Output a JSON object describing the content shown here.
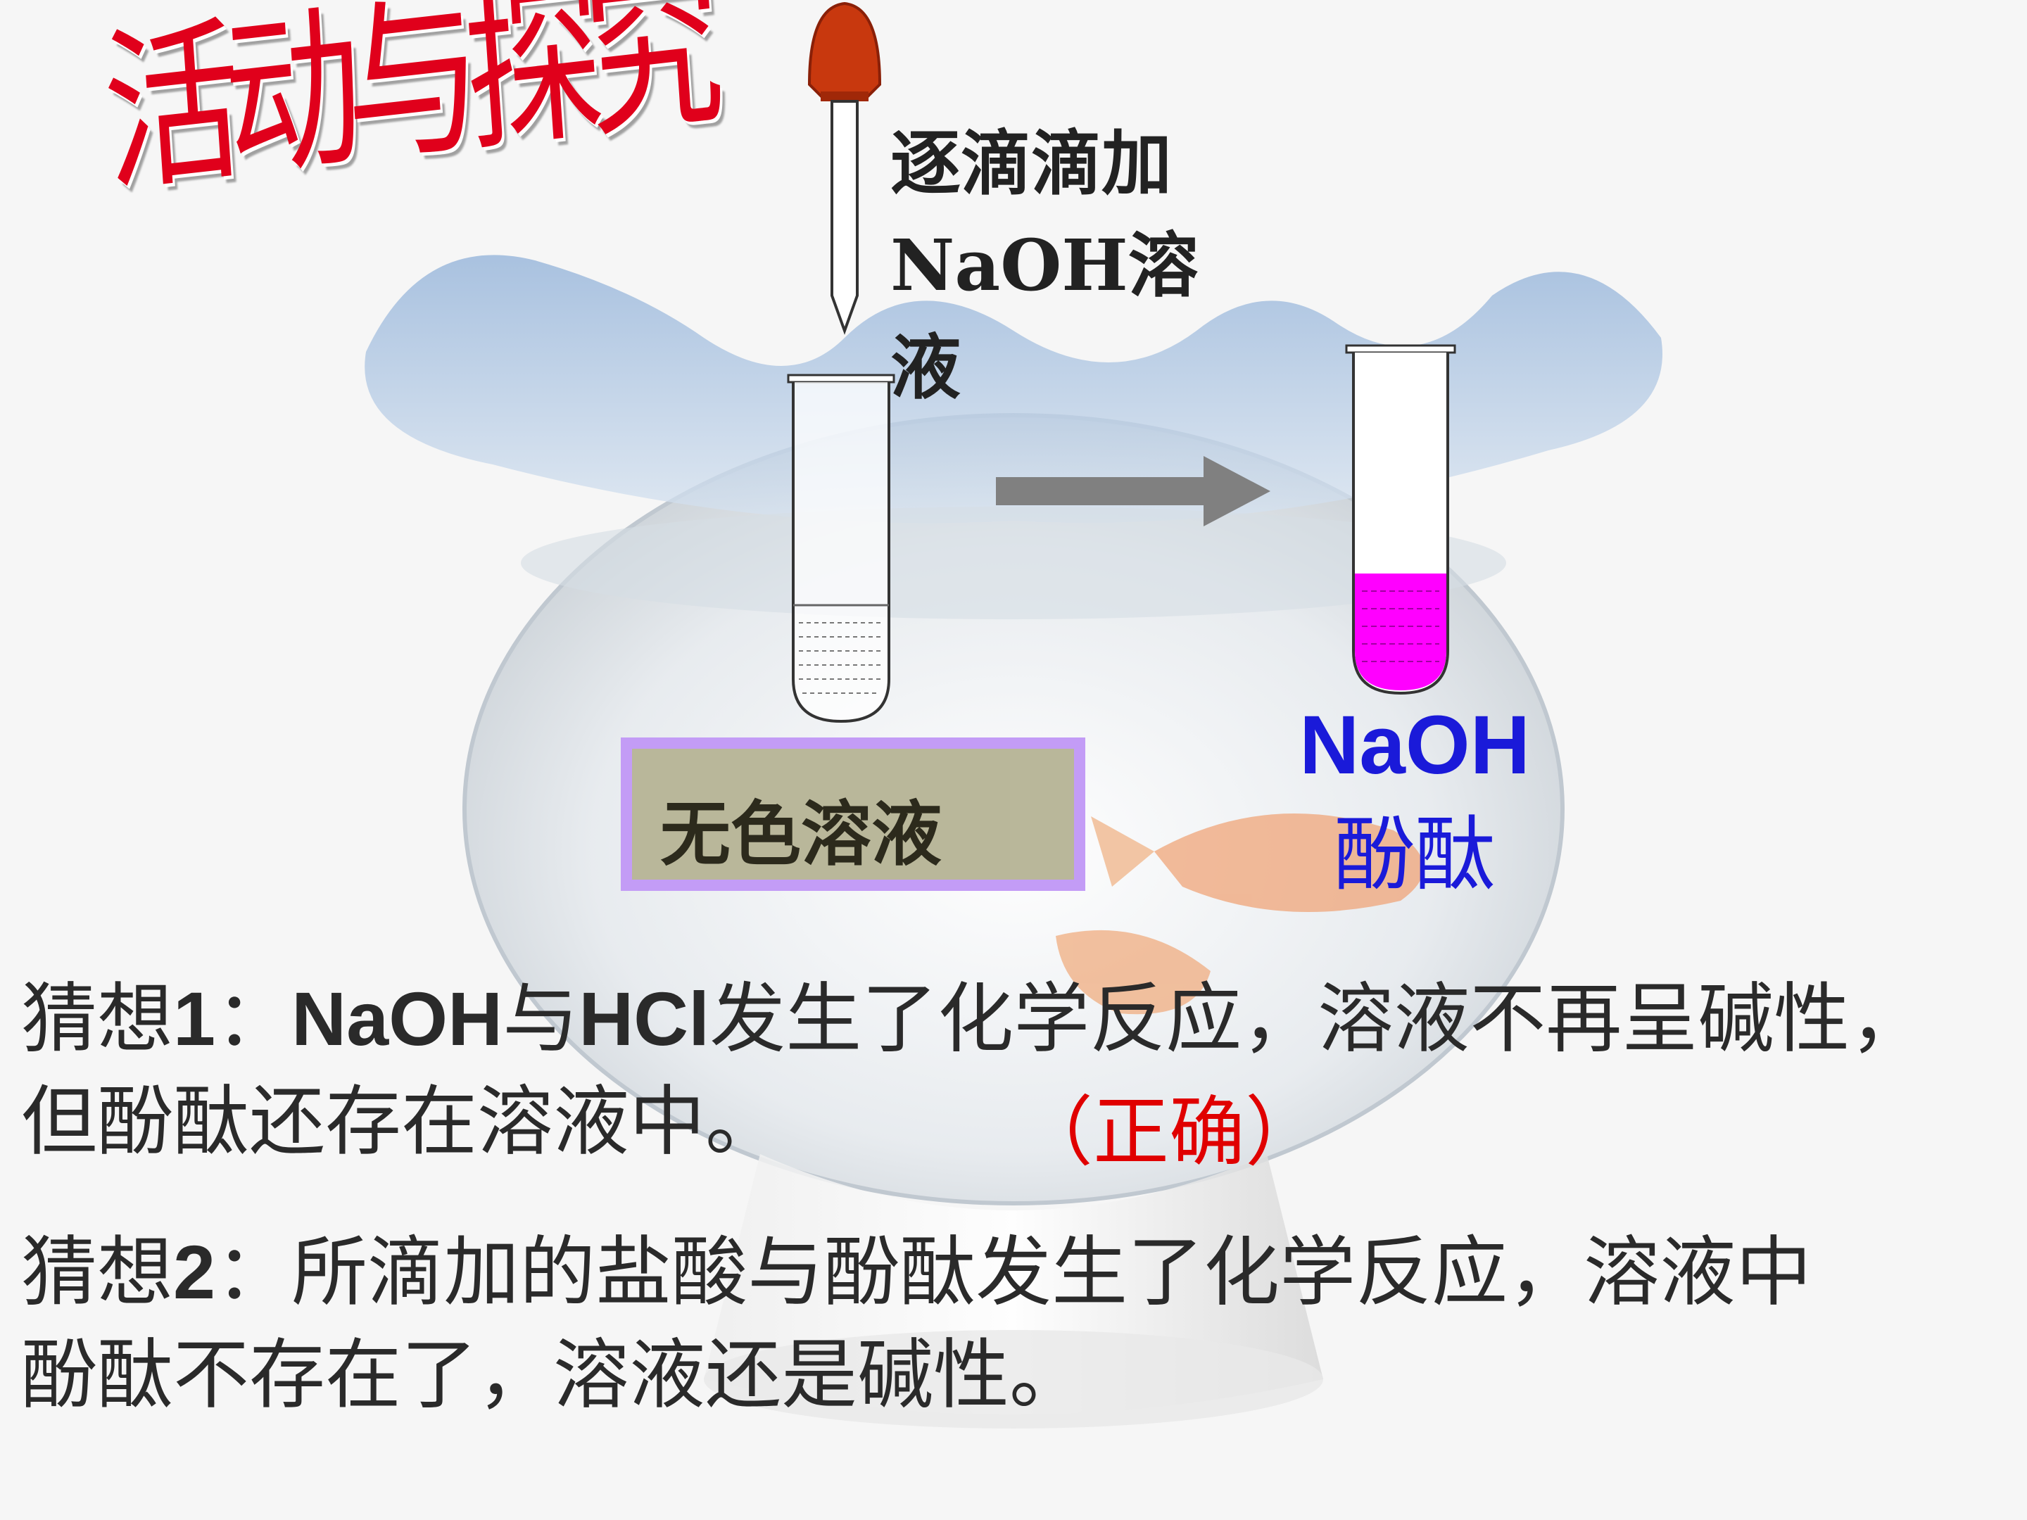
{
  "title": "活动与探究",
  "dropper": {
    "label": [
      "逐滴滴加",
      "NaOH溶",
      "液"
    ]
  },
  "left_tube": {
    "box_label": "无色溶液"
  },
  "right_tube": {
    "label_top": "NaOH",
    "label_bottom": "酚酞",
    "liquid_color": "#ff00ff"
  },
  "hypotheses": [
    {
      "prefix": "猜想",
      "num": "1",
      "colon": "：",
      "chem1": "NaOH",
      "mid1": "与",
      "chem2": "HCl",
      "rest": "发生了化学反应，溶液不再呈碱性，",
      "line2": "但酚酞还存在溶液中。",
      "verdict": "（正确）"
    },
    {
      "prefix": "猜想",
      "num": "2",
      "colon": "：",
      "line1": "所滴加的盐酸与酚酞发生了化学反应，溶液中",
      "line2": "酚酞不存在了，溶液还是碱性。"
    }
  ],
  "colors": {
    "title": "#e0001b",
    "naoh_label": "#1a1ad9",
    "box_fill": "#b9b79a",
    "box_border": "#c39cf6",
    "verdict": "#e00000",
    "arrow": "#808080",
    "dropper_bulb": "#c8380e"
  }
}
